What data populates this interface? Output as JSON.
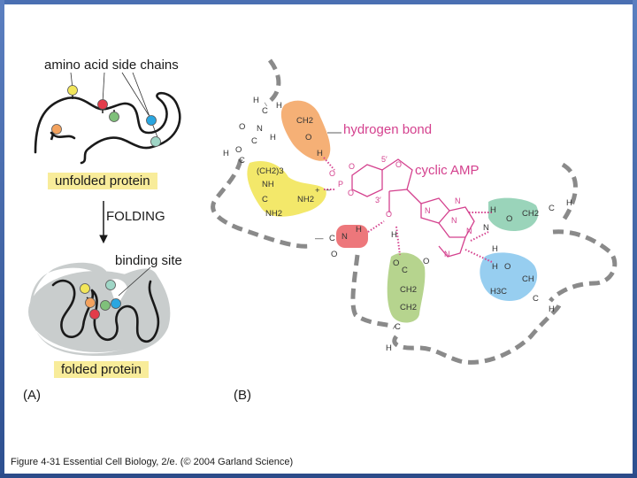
{
  "panel_a": {
    "label": "(A)",
    "side_chains_label": "amino acid side chains",
    "unfolded_label": "unfolded protein",
    "folding_label": "FOLDING",
    "binding_site_label": "binding site",
    "folded_label": "folded protein"
  },
  "panel_b": {
    "label": "(B)",
    "hydrogen_bond_label": "hydrogen bond",
    "cyclic_amp_label": "cyclic AMP"
  },
  "caption": "Figure 4-31  Essential Cell Biology, 2/e. (© 2004 Garland Science)",
  "colors": {
    "frame": "#3a63a8",
    "label_box": "#f8ec9a",
    "magenta": "#d4418e",
    "orange": "#f3a25e",
    "yellow": "#f2e65a",
    "red": "#e8555a",
    "green": "#a9cc7a",
    "teal": "#8fcfb3",
    "blue": "#8cc9ee",
    "gray_pocket": "#c9cdcd",
    "dash_gray": "#8a8a8a"
  }
}
